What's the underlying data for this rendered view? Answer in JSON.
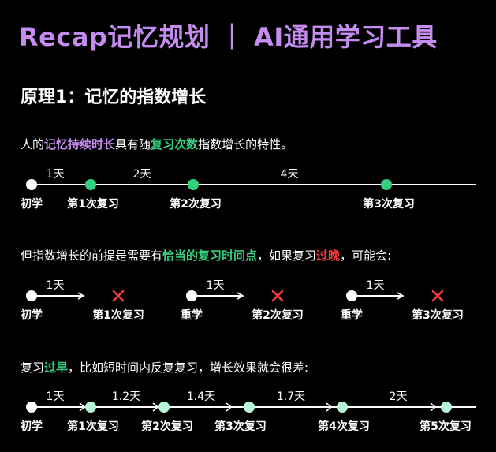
{
  "title": "Recap记忆规划 ｜ AI通用学习工具",
  "section_heading": "原理1：记忆的指数增长",
  "para1": {
    "pre": "人的",
    "highlight1": "记忆持续时长",
    "mid": "具有随",
    "highlight2": "复习次数",
    "post": "指数增长的特性。"
  },
  "timeline1": {
    "start_label": "初学",
    "intervals": [
      "1天",
      "2天",
      "4天"
    ],
    "reviews": [
      "第1次复习",
      "第2次复习",
      "第3次复习"
    ]
  },
  "para2": {
    "pre": "但指数增长的前提是需要有",
    "highlight1": "恰当的复习时间点",
    "mid": "，如果复习",
    "highlight2": "过晚",
    "post": "，可能会:"
  },
  "timeline2": {
    "groups": [
      {
        "start": "初学",
        "interval": "1天",
        "review": "第1次复习"
      },
      {
        "start": "重学",
        "interval": "1天",
        "review": "第2次复习"
      },
      {
        "start": "重学",
        "interval": "1天",
        "review": "第3次复习"
      }
    ]
  },
  "para3": {
    "pre": "复习",
    "highlight1": "过早",
    "post": "，比如短时间内反复复习，增长效果就会很差:"
  },
  "timeline3": {
    "start_label": "初学",
    "intervals": [
      "1天",
      "1.2天",
      "1.4天",
      "1.7天",
      "2天"
    ],
    "reviews": [
      "第1次复习",
      "第2次复习",
      "第3次复习",
      "第4次复习",
      "第5次复习"
    ]
  },
  "colors": {
    "purple": "#c58cf0",
    "green": "#35d07f",
    "mint": "#b8f5d6",
    "red": "#ff3b3b",
    "white": "#ffffff"
  }
}
